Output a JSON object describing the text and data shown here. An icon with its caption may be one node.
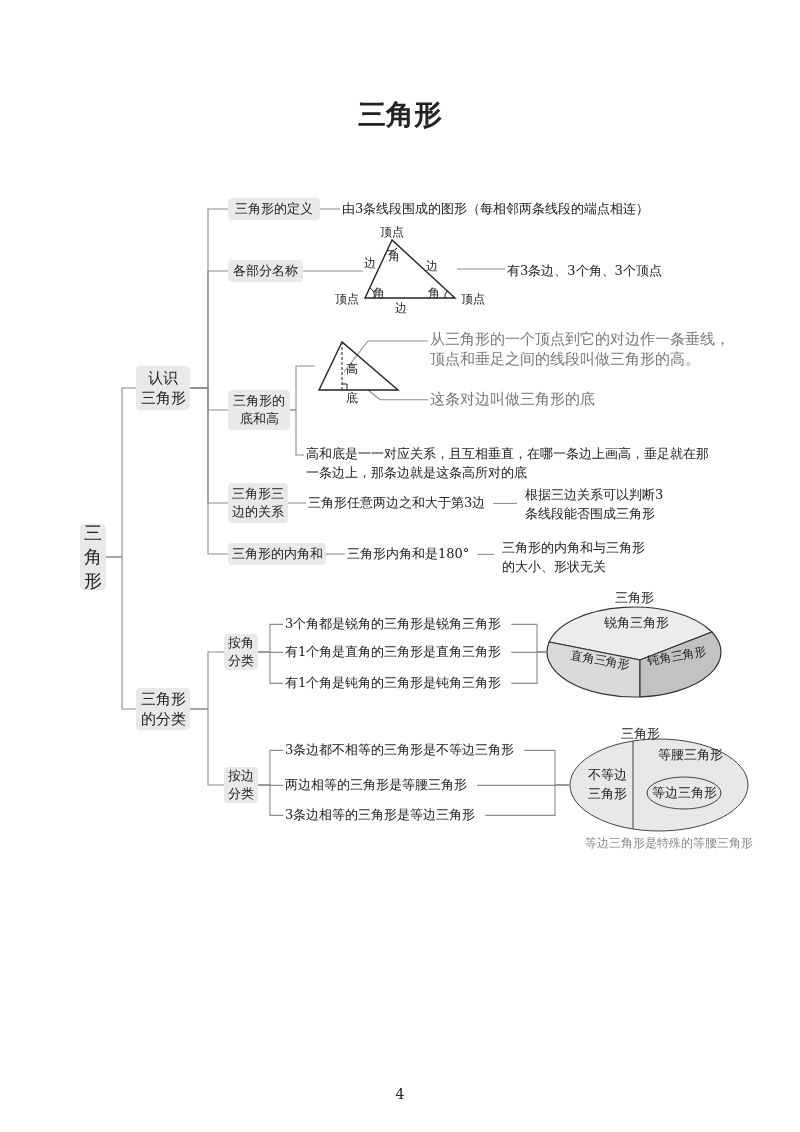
{
  "diagram": {
    "title": "三角形",
    "nodes": [
      {
        "text": [
          "三角形"
        ]
      },
      {
        "text": [
          "认识三角形"
        ]
      },
      {
        "text": [
          "三角形的定义"
        ]
      },
      {
        "text": [
          "由3条线段围成的图形（每相邻两条线段的端点相连）"
        ]
      },
      {
        "text": [
          "各部分名称"
        ]
      },
      {
        "text": [
          "角",
          "角",
          "角"
        ],
        "beside": [
          "顶点",
          "边",
          "边",
          "顶点",
          "顶点",
          "边"
        ]
      },
      {
        "text": [
          "有3条边、3个角、3个顶点"
        ]
      },
      {
        "text": [
          "三角形的底和高"
        ]
      },
      {
        "text": [
          "高"
        ],
        "beside": [
          "底"
        ]
      },
      {
        "text": [
          "从三角形的一个顶点到它的对边作一条垂线，顶点和垂足之间的线段叫做三角形的高。"
        ]
      },
      {
        "text": [
          "这条对边叫做三角形的底"
        ]
      },
      {
        "text": [
          "高和底是一一对应关系，且互相垂直，在哪一条边上画高，垂足就在那一条边上，那条边就是这条高所对的底"
        ]
      },
      {
        "text": [
          "三角形三边的关系"
        ]
      },
      {
        "text": [
          "三角形任意两边之和大于第3边"
        ]
      },
      {
        "text": [
          "根据三边关系可以判断3条线段能否围成三角形"
        ]
      },
      {
        "text": [
          "三角形的内角和"
        ]
      },
      {
        "text": [
          "三角形内角和是180°"
        ]
      },
      {
        "text": [
          "三角形的内角和与三角形的大小、形状无关"
        ]
      },
      {
        "text": [
          "三角形的分类"
        ]
      },
      {
        "text": [
          "按角分类"
        ]
      },
      {
        "text": [
          "3个角都是锐角的三角形是锐角三角形"
        ]
      },
      {
        "text": [
          "有1个角是直角的三角形是直角三角形"
        ]
      },
      {
        "text": [
          "有1个角是钝角的三角形是钝角三角形"
        ]
      },
      {
        "text": [],
        "shape": "circle",
        "beside": [
          "三角形"
        ]
      },
      {
        "text": [
          "锐角三角形"
        ],
        "in": 23
      },
      {
        "text": [
          "直角三角形"
        ],
        "in": 23
      },
      {
        "text": [
          "钝角三角形"
        ],
        "in": 23
      },
      {
        "text": [
          "按边分类"
        ]
      },
      {
        "text": [
          "3条边都不相等的三角形是不等边三角形"
        ]
      },
      {
        "text": [
          "两边相等的三角形是等腰三角形"
        ]
      },
      {
        "text": [
          "3条边相等的三角形是等边三角形"
        ]
      },
      {
        "text": [],
        "shape": "circle",
        "beside": [
          "三角形",
          "等边三角形是特殊的等腰三角形"
        ]
      },
      {
        "text": [
          "不等边三角形"
        ],
        "in": 31
      },
      {
        "text": [
          "等腰三角形"
        ],
        "in": 31
      },
      {
        "text": [
          "等边三角形"
        ],
        "in": 33
      }
    ],
    "edges": [
      {
        "from": 0,
        "to": 1,
        "arrow": "none"
      },
      {
        "from": 0,
        "to": 18,
        "arrow": "none"
      },
      {
        "from": 1,
        "to": 2,
        "arrow": "none"
      },
      {
        "from": 1,
        "to": 4,
        "arrow": "none"
      },
      {
        "from": 1,
        "to": 7,
        "arrow": "none"
      },
      {
        "from": 1,
        "to": 12,
        "arrow": "none"
      },
      {
        "from": 1,
        "to": 15,
        "arrow": "none"
      },
      {
        "from": 2,
        "to": 3,
        "arrow": "none"
      },
      {
        "from": 4,
        "to": 5,
        "arrow": "none"
      },
      {
        "from": 5,
        "to": 6,
        "arrow": "none"
      },
      {
        "from": 7,
        "to": 8,
        "arrow": "none"
      },
      {
        "from": 7,
        "to": 11,
        "arrow": "none"
      },
      {
        "from": 9,
        "to": 8,
        "arrow": "none"
      },
      {
        "from": 10,
        "to": 8,
        "arrow": "none"
      },
      {
        "from": 12,
        "to": 13,
        "arrow": "none"
      },
      {
        "from": 13,
        "to": 14,
        "arrow": "none"
      },
      {
        "from": 15,
        "to": 16,
        "arrow": "none"
      },
      {
        "from": 16,
        "to": 17,
        "arrow": "none"
      },
      {
        "from": 18,
        "to": 19,
        "arrow": "none"
      },
      {
        "from": 18,
        "to": 27,
        "arrow": "none"
      },
      {
        "from": 19,
        "to": 20,
        "arrow": "none"
      },
      {
        "from": 19,
        "to": 21,
        "arrow": "none"
      },
      {
        "from": 19,
        "to": 22,
        "arrow": "none"
      },
      {
        "from": 20,
        "to": 23,
        "arrow": "none"
      },
      {
        "from": 21,
        "to": 23,
        "arrow": "none"
      },
      {
        "from": 22,
        "to": 23,
        "arrow": "none"
      },
      {
        "from": 27,
        "to": 28,
        "arrow": "none"
      },
      {
        "from": 27,
        "to": 29,
        "arrow": "none"
      },
      {
        "from": 27,
        "to": 30,
        "arrow": "none"
      },
      {
        "from": 28,
        "to": 31,
        "arrow": "none"
      },
      {
        "from": 29,
        "to": 31,
        "arrow": "none"
      },
      {
        "from": 30,
        "to": 31,
        "arrow": "none"
      }
    ],
    "labels": [
      "4"
    ]
  }
}
